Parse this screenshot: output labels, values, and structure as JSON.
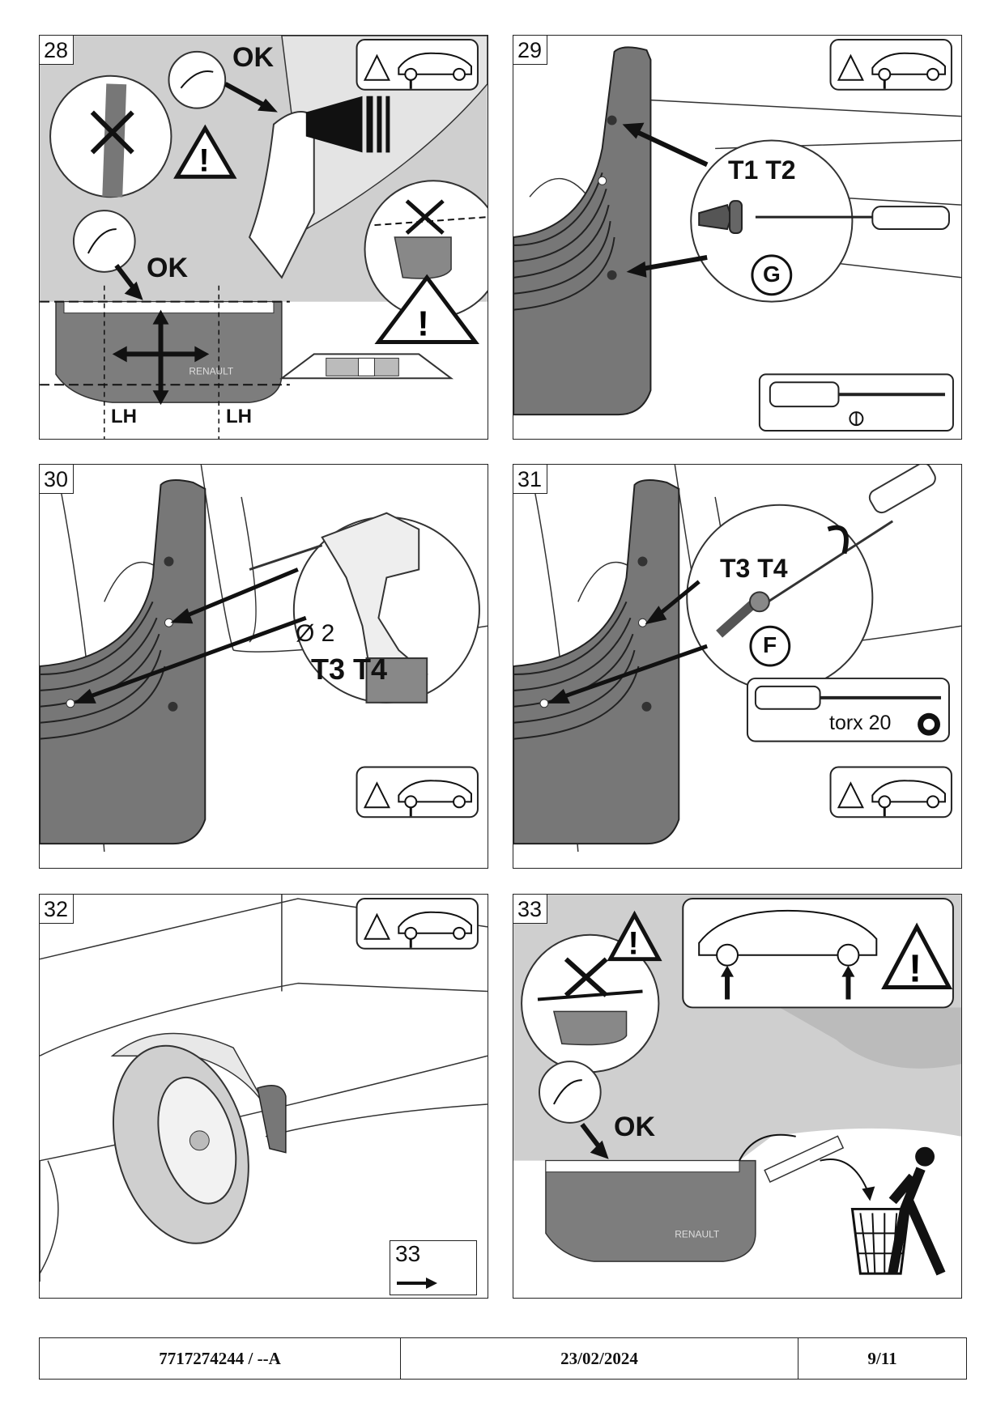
{
  "steps": [
    {
      "number": "28",
      "labels": {
        "ok_top": "OK",
        "ok_bottom": "OK",
        "lh_left": "LH",
        "lh_right": "LH"
      }
    },
    {
      "number": "29",
      "labels": {
        "parts": "T1 T2",
        "kit_letter": "G"
      }
    },
    {
      "number": "30",
      "labels": {
        "diameter": "Ø 2",
        "parts": "T3 T4"
      }
    },
    {
      "number": "31",
      "labels": {
        "parts": "T3 T4",
        "kit_letter": "F",
        "tool": "torx 20"
      }
    },
    {
      "number": "32",
      "labels": {
        "next_ref": "33"
      }
    },
    {
      "number": "33",
      "labels": {
        "ok": "OK"
      }
    }
  ],
  "brand_mark": "RENAULT",
  "footer": {
    "reference": "7717274244 / --A",
    "date": "23/02/2024",
    "page": "9/11"
  },
  "icons": [
    "warning-triangle-icon",
    "car-lift-point-icon",
    "screwdriver-icon",
    "drill-icon",
    "trash-bin-icon",
    "torx-icon"
  ]
}
